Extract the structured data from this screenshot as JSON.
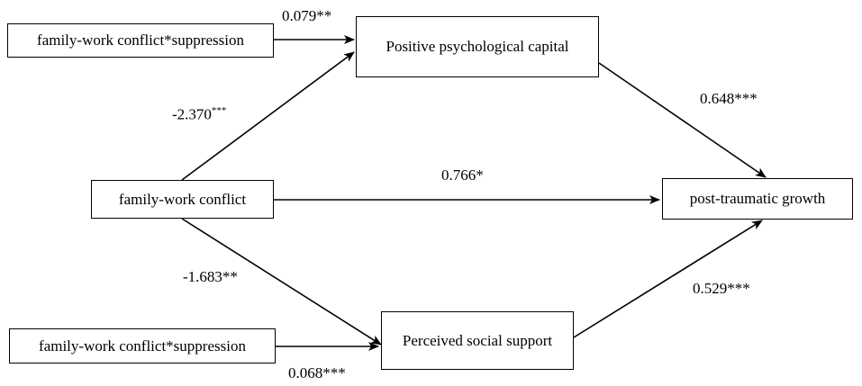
{
  "nodes": {
    "moderator_top": "family-work conflict*suppression",
    "mediator_top": "Positive psychological capital",
    "predictor": "family-work conflict",
    "outcome": "post-traumatic growth",
    "mediator_bottom": "Perceived social support",
    "moderator_bottom": "family-work conflict*suppression"
  },
  "paths": {
    "moderator_top_to_mediator_top": "0.079**",
    "predictor_to_mediator_top": {
      "value": "-2.370",
      "stars": "***"
    },
    "mediator_top_to_outcome": "0.648***",
    "predictor_to_outcome": "0.766*",
    "predictor_to_mediator_bottom": "-1.683**",
    "mediator_bottom_to_outcome": "0.529***",
    "moderator_bottom_to_mediator_bottom": "0.068***"
  },
  "colors": {
    "line": "#000000",
    "background": "#ffffff"
  }
}
